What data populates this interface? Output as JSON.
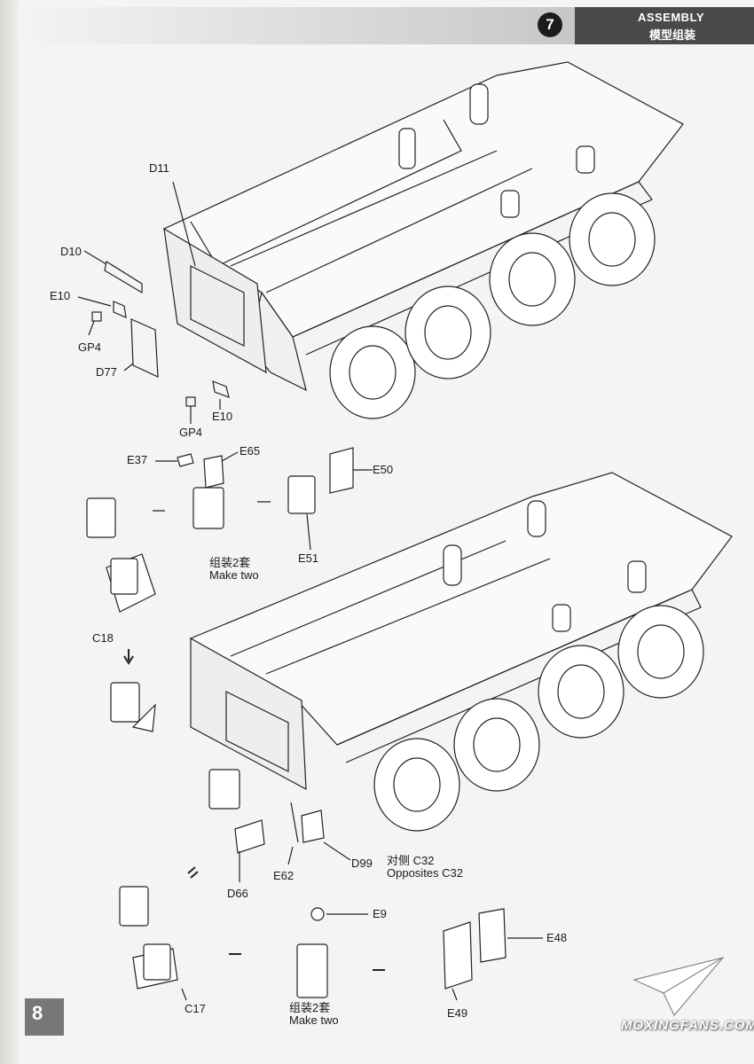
{
  "header": {
    "step_number": "7",
    "title_en": "ASSEMBLY",
    "title_zh": "模型组装"
  },
  "labels": {
    "d11": "D11",
    "d10": "D10",
    "e10_top": "E10",
    "gp4_top": "GP4",
    "d77": "D77",
    "e10_bottom": "E10",
    "gp4_bottom": "GP4",
    "e37": "E37",
    "e65": "E65",
    "e50": "E50",
    "e51": "E51",
    "make_two_zh_1": "组装2套",
    "make_two_en_1": "Make two",
    "c18": "C18",
    "d66": "D66",
    "e62": "E62",
    "d99": "D99",
    "opposite_zh": "对侧 C32",
    "opposite_en": "Opposites C32",
    "e9": "E9",
    "e48": "E48",
    "e49": "E49",
    "c17": "C17",
    "make_two_zh_2": "组装2套",
    "make_two_en_2": "Make two"
  },
  "page_number": "8",
  "watermark": "MOXINGFANS.COM",
  "colors": {
    "header_dark": "#4a4a4a",
    "badge": "#1c1c1c",
    "paper": "#f4f4f2"
  }
}
